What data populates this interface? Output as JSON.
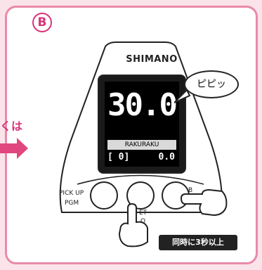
{
  "panel": {
    "badge_letter": "B",
    "side_text": "くは",
    "brand": "SHIMANO",
    "display": {
      "main_value": "30.0",
      "mode": "RAKURAKU",
      "left_value": "[ 0]",
      "right_value": "0.0"
    },
    "bubble_text": "ピピッ",
    "buttons": {
      "pickup_label": "PICK UP",
      "pgm_label": "PGM",
      "zero_label_top": "0",
      "zero_label_mid": "ET",
      "zero_label_bottom": "O",
      "right_label": "B"
    },
    "instruction": "同時に3秒以上"
  },
  "colors": {
    "background": "#fbe3ea",
    "border": "#e88aa8",
    "accent": "#d8337a"
  }
}
